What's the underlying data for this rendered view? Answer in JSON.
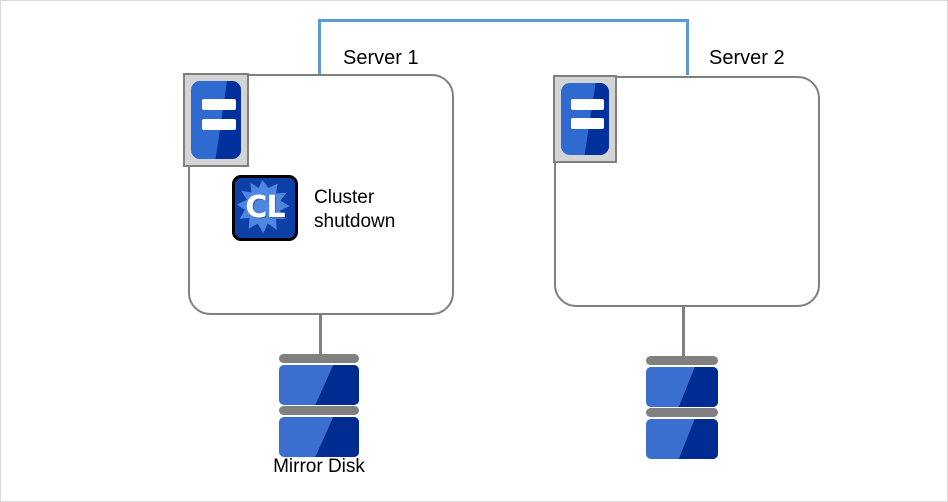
{
  "diagram": {
    "title_visible": false,
    "colors": {
      "interconnect_line": "#5B9BD5",
      "box_border": "#808080",
      "disk_bar": "#808080",
      "disk_blue_light": "#3A6FD0",
      "disk_blue_dark": "#002C91",
      "server_icon_blue": "#2F6AD0",
      "server_icon_navy": "#00309B",
      "server_icon_frame": "#D4D4D4",
      "cl_icon_background": "#0D3FA6",
      "cl_icon_splash": "#4F86E0",
      "text": "#000000",
      "page_border": "#D9D9D9"
    },
    "nodes": [
      {
        "id": "server1",
        "label": "Server 1",
        "server_icon_name": "server-machine-icon",
        "apps": [
          {
            "id": "cluster-shutdown",
            "icon_name": "cluster-cl-icon",
            "icon_text": "CL",
            "label_line1": "Cluster",
            "label_line2": "shutdown"
          }
        ],
        "storage": {
          "id": "mirror-disk-1",
          "icon_name": "mirror-disk-icon",
          "label": "Mirror Disk"
        }
      },
      {
        "id": "server2",
        "label": "Server 2",
        "server_icon_name": "server-machine-icon",
        "apps": [],
        "storage": {
          "id": "mirror-disk-2",
          "icon_name": "mirror-disk-icon",
          "label": ""
        }
      }
    ],
    "connections": [
      {
        "id": "interconnect",
        "name": "server-interconnect-link",
        "from": "server1",
        "to": "server2",
        "color": "#5B9BD5",
        "label": ""
      },
      {
        "id": "disk-cable-1",
        "name": "disk-cable",
        "from": "server1",
        "to": "mirror-disk-1",
        "color": "#808080",
        "label": ""
      },
      {
        "id": "disk-cable-2",
        "name": "disk-cable",
        "from": "server2",
        "to": "mirror-disk-2",
        "color": "#808080",
        "label": ""
      }
    ]
  }
}
